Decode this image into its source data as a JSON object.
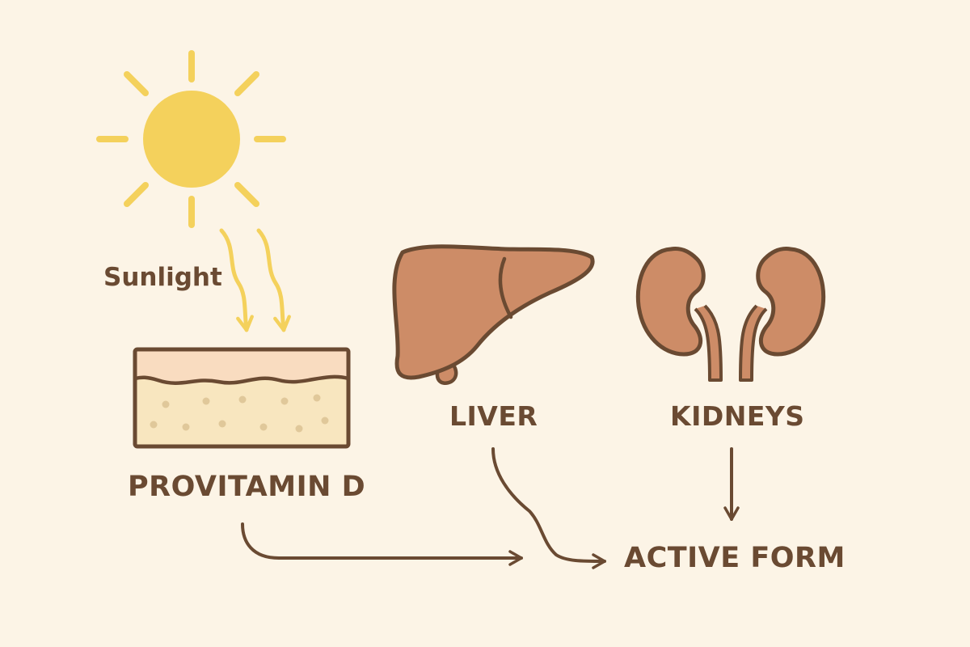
{
  "labels": {
    "sunlight": "Sunlight",
    "provitamin": "PROVITAMIN D",
    "liver": "LIVER",
    "kidneys": "KIDNEYS",
    "active_form": "ACTIVE FORM"
  },
  "icons": [
    "sun-icon",
    "skin-layer-icon",
    "liver-icon",
    "kidneys-icon"
  ],
  "colors": {
    "background": "#fcf4e6",
    "sun": "#f4d15c",
    "outline": "#6a4a32",
    "organ": "#cd8c67",
    "skin_top": "#f9dcc0",
    "skin_bottom": "#f8e6bf"
  }
}
